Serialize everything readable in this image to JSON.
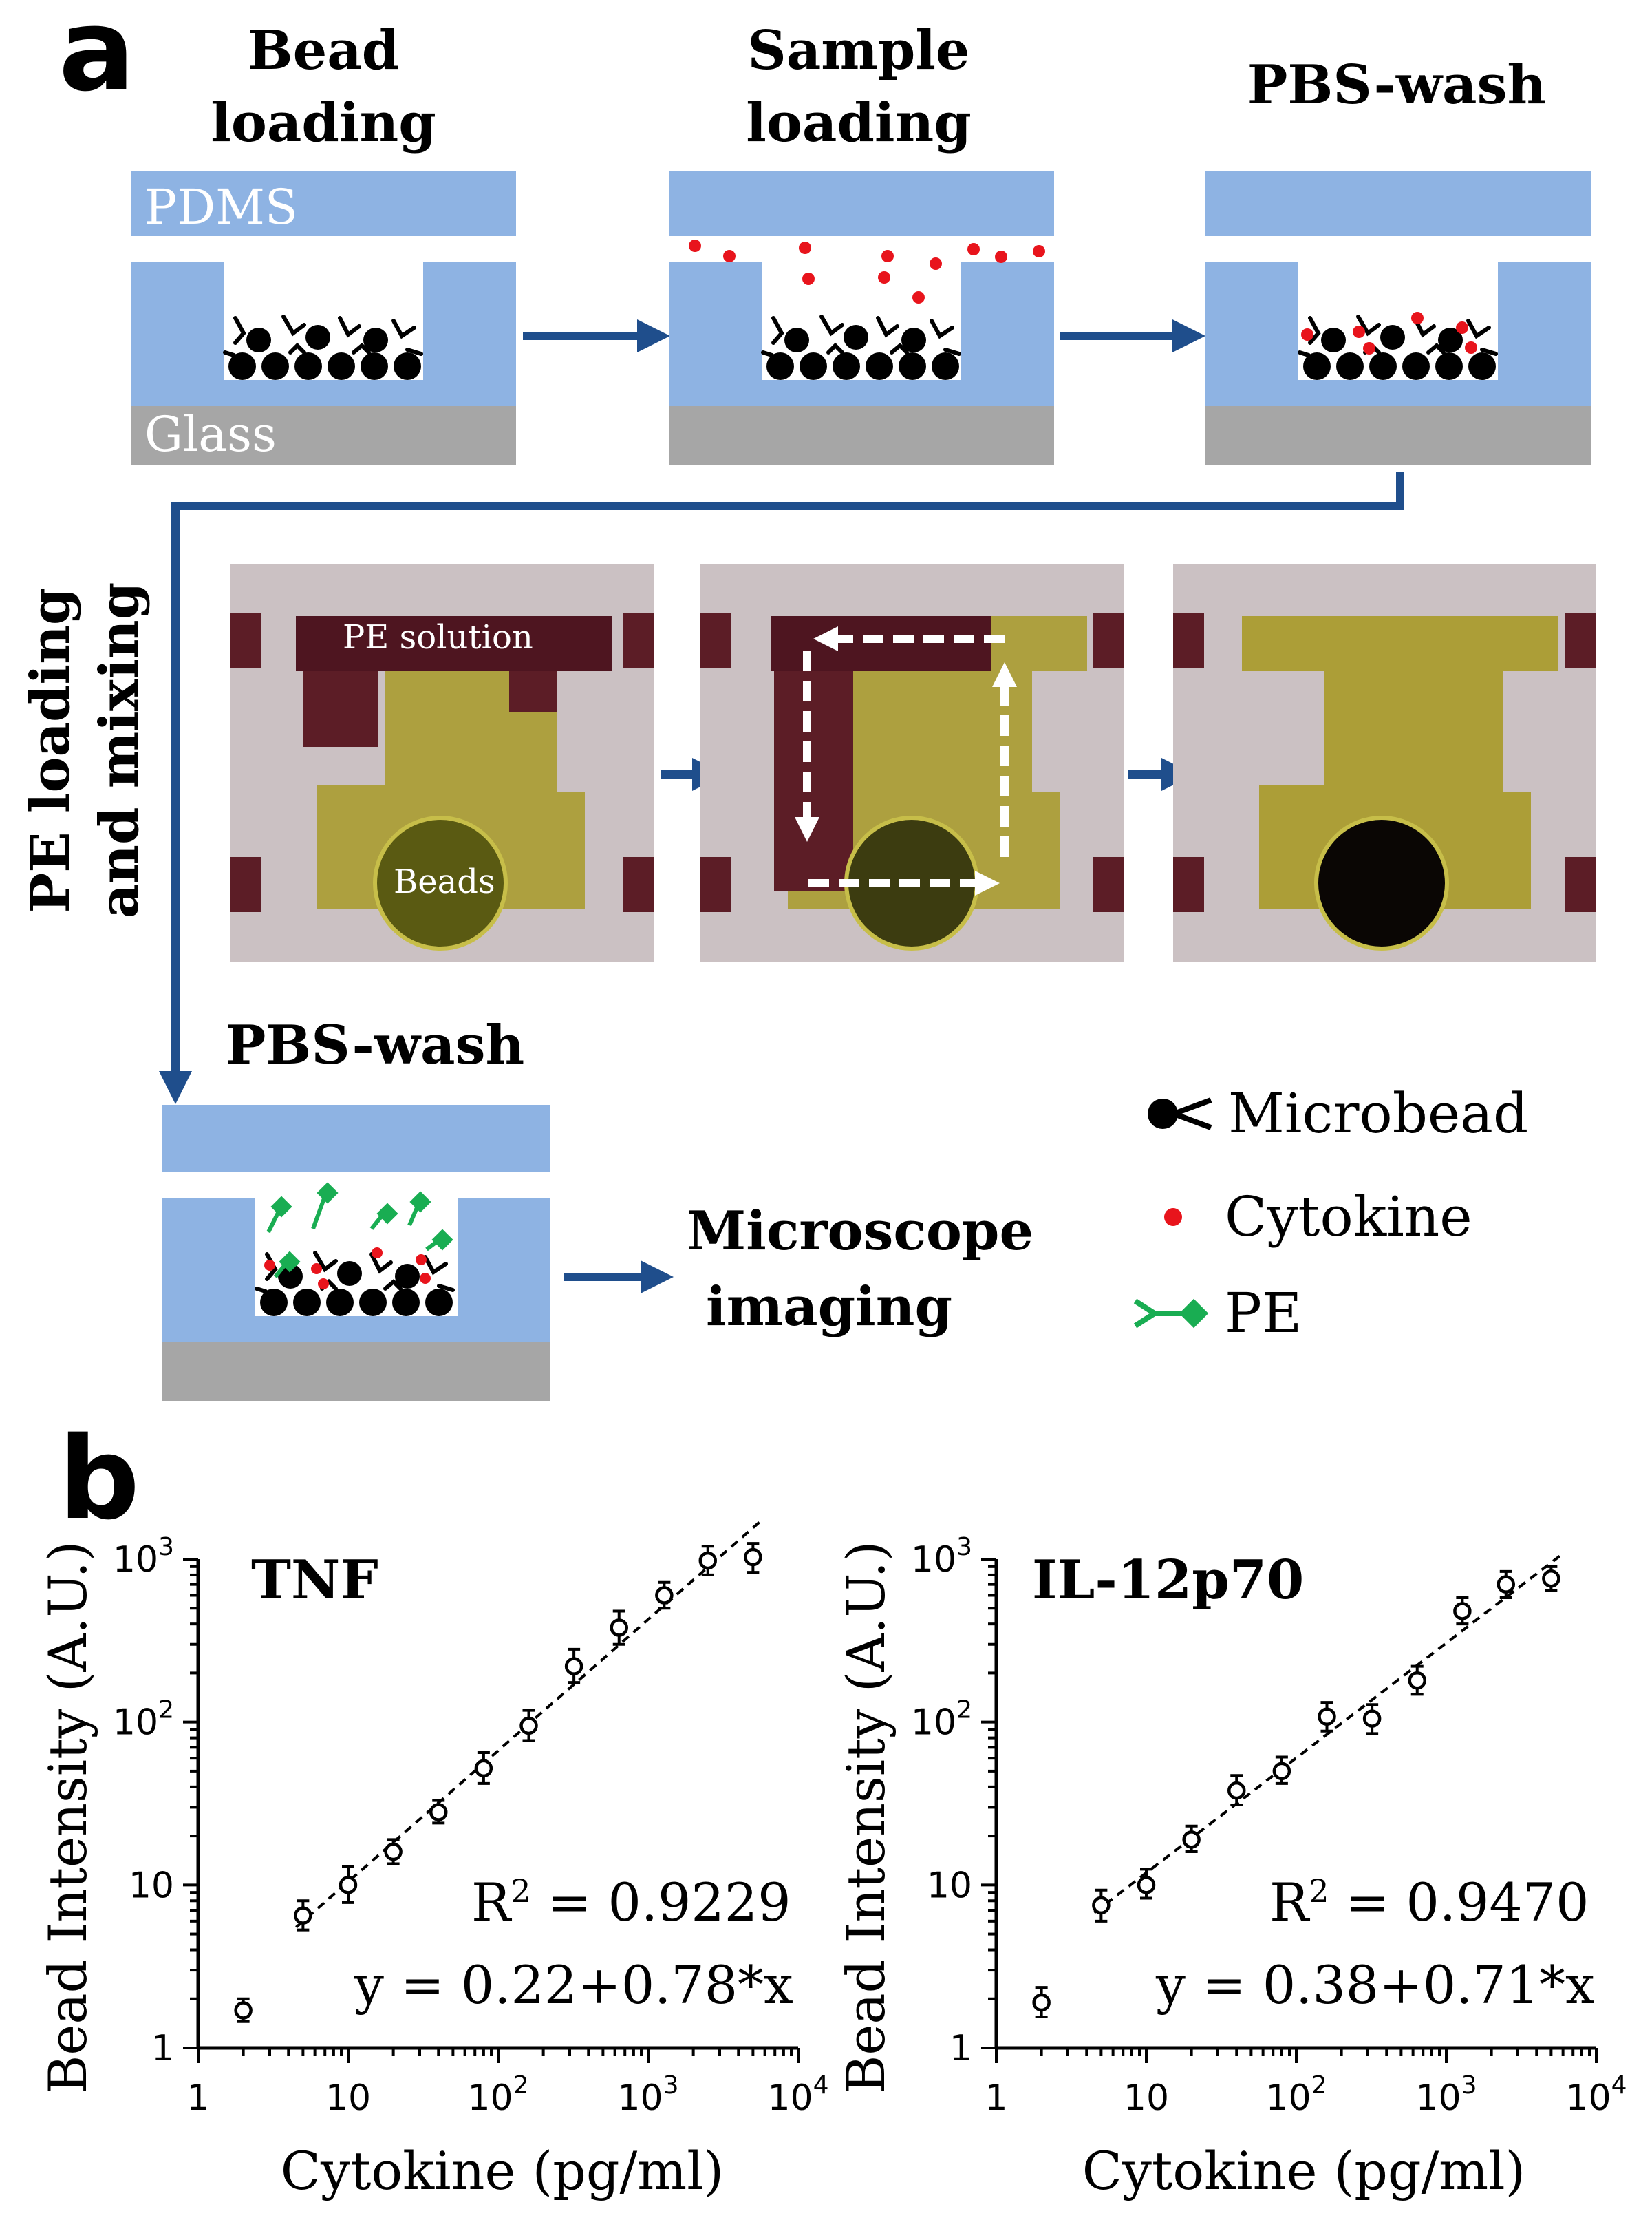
{
  "panels": {
    "a": "a",
    "b": "b"
  },
  "schematic": {
    "step1_line1": "Bead",
    "step1_line2": "loading",
    "step2_line1": "Sample",
    "step2_line2": "loading",
    "step3": "PBS-wash",
    "pdms_label": "PDMS",
    "glass_label": "Glass",
    "side_line1": "PE loading",
    "side_line2": "and mixing",
    "photo_pe_label": "PE solution",
    "photo_beads_label": "Beads",
    "step4": "PBS-wash",
    "step5_line1": "Microscope",
    "step5_line2": "imaging"
  },
  "legend": {
    "microbead": "Microbead",
    "cytokine": "Cytokine",
    "pe": "PE"
  },
  "colors": {
    "pdms": "#8eb3e3",
    "glass": "#a6a6a6",
    "arrow": "#1f4e8c",
    "cytokine": "#e8141c",
    "pe": "#19ad52"
  },
  "chart_data": [
    {
      "type": "scatter",
      "title": "TNF",
      "xlabel": "Cytokine (pg/ml)",
      "ylabel": "Bead Intensity (A.U.)",
      "xscale": "log",
      "yscale": "log",
      "xlim": [
        1,
        10000
      ],
      "ylim": [
        1,
        1000
      ],
      "xticks": [
        {
          "v": 1,
          "b": "1",
          "e": ""
        },
        {
          "v": 10,
          "b": "10",
          "e": ""
        },
        {
          "v": 100,
          "b": "10",
          "e": "2"
        },
        {
          "v": 1000,
          "b": "10",
          "e": "3"
        },
        {
          "v": 10000,
          "b": "10",
          "e": "4"
        }
      ],
      "yticks": [
        {
          "v": 1,
          "b": "1",
          "e": ""
        },
        {
          "v": 10,
          "b": "10",
          "e": ""
        },
        {
          "v": 100,
          "b": "10",
          "e": "2"
        },
        {
          "v": 1000,
          "b": "10",
          "e": "3"
        }
      ],
      "x": [
        2,
        5,
        10,
        20,
        40,
        80,
        160,
        320,
        640,
        1280,
        2500,
        5000
      ],
      "y": [
        1.7,
        6.5,
        10,
        16,
        28,
        52,
        95,
        220,
        380,
        600,
        980,
        1030
      ],
      "err_low": [
        1.45,
        5.3,
        7.8,
        13.5,
        24,
        42,
        77,
        175,
        300,
        500,
        800,
        830
      ],
      "err_high": [
        2.0,
        8.0,
        13,
        19,
        33,
        65,
        118,
        280,
        480,
        720,
        1200,
        1250
      ],
      "fit_range": [
        5,
        5000
      ],
      "r2_label": "R",
      "r2_sup": "2",
      "r2_value": " = 0.9229",
      "equation": "y = 0.22+0.78*x"
    },
    {
      "type": "scatter",
      "title": "IL-12p70",
      "xlabel": "Cytokine (pg/ml)",
      "ylabel": "Bead Intensity (A.U.)",
      "xscale": "log",
      "yscale": "log",
      "xlim": [
        1,
        10000
      ],
      "ylim": [
        1,
        1000
      ],
      "xticks": [
        {
          "v": 1,
          "b": "1",
          "e": ""
        },
        {
          "v": 10,
          "b": "10",
          "e": ""
        },
        {
          "v": 100,
          "b": "10",
          "e": "2"
        },
        {
          "v": 1000,
          "b": "10",
          "e": "3"
        },
        {
          "v": 10000,
          "b": "10",
          "e": "4"
        }
      ],
      "yticks": [
        {
          "v": 1,
          "b": "1",
          "e": ""
        },
        {
          "v": 10,
          "b": "10",
          "e": ""
        },
        {
          "v": 100,
          "b": "10",
          "e": "2"
        },
        {
          "v": 1000,
          "b": "10",
          "e": "3"
        }
      ],
      "x": [
        2,
        5,
        10,
        20,
        40,
        80,
        160,
        320,
        640,
        1280,
        2500,
        5000
      ],
      "y": [
        1.9,
        7.5,
        10,
        19,
        38,
        50,
        108,
        105,
        180,
        480,
        700,
        760
      ],
      "err_low": [
        1.55,
        6.0,
        8.3,
        16,
        31,
        42,
        88,
        85,
        148,
        400,
        580,
        640
      ],
      "err_high": [
        2.35,
        9.3,
        12.5,
        23,
        47,
        61,
        132,
        128,
        220,
        580,
        840,
        900
      ],
      "fit_range": [
        5,
        5000
      ],
      "r2_label": "R",
      "r2_sup": "2",
      "r2_value": " = 0.9470",
      "equation": "y = 0.38+0.71*x"
    }
  ]
}
